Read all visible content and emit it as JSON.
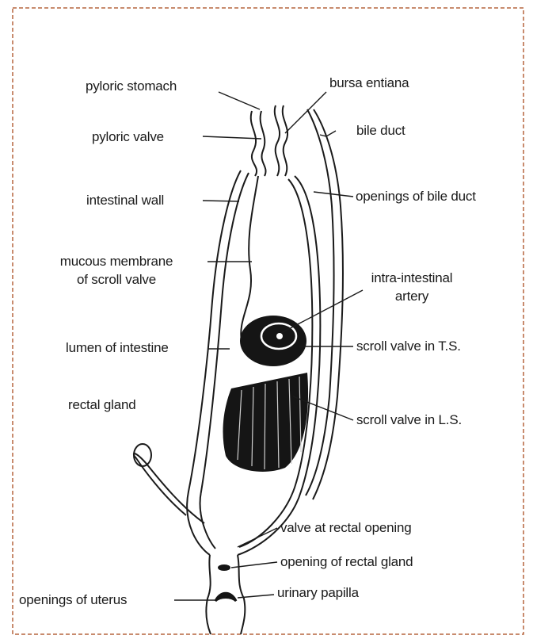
{
  "colors": {
    "border": "#b5653f",
    "ink": "#1a1a1a",
    "fill_dark": "#151515",
    "stipple": "#9a9a9a"
  },
  "labels": {
    "pyloric_stomach": "pyloric stomach",
    "bursa_entiana": "bursa entiana",
    "pyloric_valve": "pyloric valve",
    "bile_duct": "bile duct",
    "intestinal_wall": "intestinal wall",
    "openings_bile_duct": "openings of bile duct",
    "mucous_line1": "mucous membrane",
    "mucous_line2": "of scroll valve",
    "intra_line1": "intra-intestinal",
    "intra_line2": "artery",
    "lumen": "lumen of intestine",
    "scroll_ts": "scroll valve in T.S.",
    "rectal_gland": "rectal gland",
    "scroll_ls": "scroll valve in L.S.",
    "valve_rectal": "valve at rectal opening",
    "opening_rectal_gland": "opening of rectal gland",
    "openings_uterus": "openings of uterus",
    "urinary_papilla": "urinary papilla"
  }
}
